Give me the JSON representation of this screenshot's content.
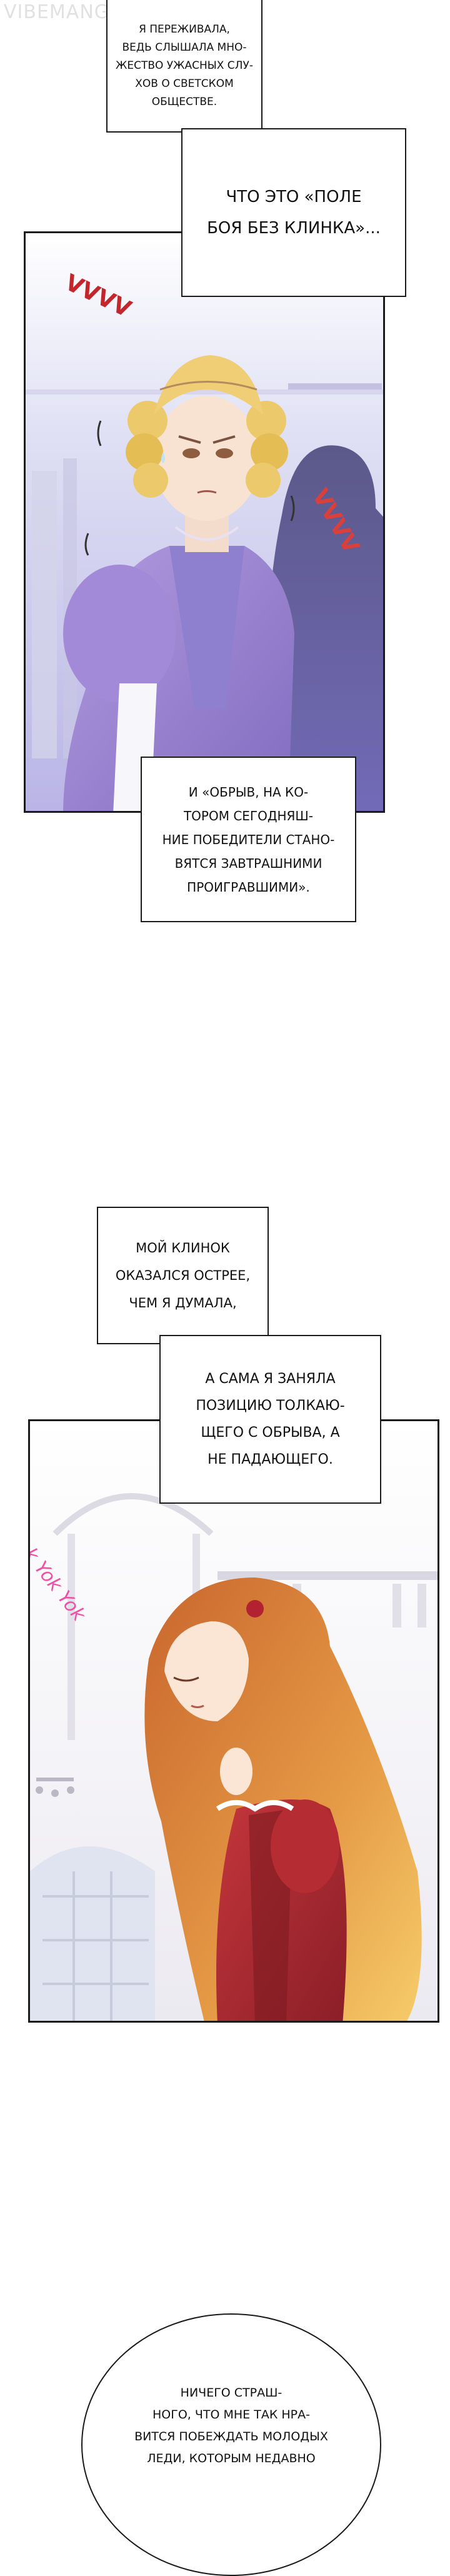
{
  "watermark": "VIBEMANGA",
  "captions": {
    "c1": "Я ПЕРЕЖИВАЛА,\nВЕДЬ СЛЫШАЛА МНО-\nЖЕСТВО УЖАСНЫХ СЛУ-\nХОВ О СВЕТСКОМ\nОБЩЕСТВЕ.",
    "c2": "ЧТО ЭТО «ПОЛЕ\nБОЯ БЕЗ КЛИНКА»...",
    "c3": "И «ОБРЫВ, НА КО-\nТОРОМ СЕГОДНЯШ-\nНИЕ ПОБЕДИТЕЛИ СТАНО-\nВЯТСЯ ЗАВТРАШНИМИ\nПРОИГРАВШИМИ».",
    "c4": "МОЙ КЛИНОК\nОКАЗАЛСЯ ОСТРЕЕ,\nЧЕМ Я ДУМАЛА,",
    "c5": "А САМА Я ЗАНЯЛА\nПОЗИЦИЮ ТОЛКАЮ-\nЩЕГО С ОБРЫВА, А\nНЕ ПАДАЮЩЕГО.",
    "c6": "НИЧЕГО СТРАШ-\nНОГО, ЧТО МНЕ ТАК НРА-\nВИТСЯ ПОБЕЖДАТЬ МОЛОДЫХ\nЛЕДИ, КОТОРЫМ НЕДАВНО"
  },
  "sfx": {
    "twitch_1": "VVVV",
    "twitch_2": "VVVV",
    "laugh": "Yok Yok Yok"
  }
}
